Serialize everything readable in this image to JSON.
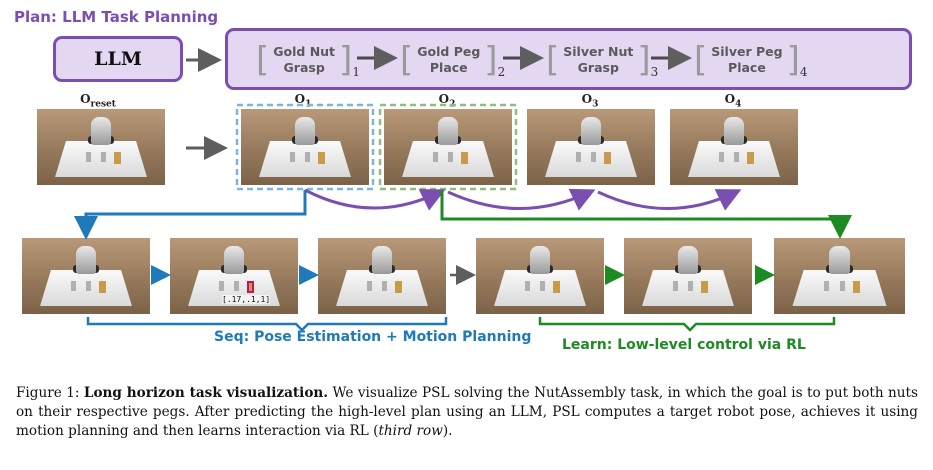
{
  "plan": {
    "title": "Plan: LLM Task Planning",
    "llm_label": "LLM",
    "steps": [
      {
        "line1": "Gold Nut",
        "line2": "Grasp",
        "index": "1"
      },
      {
        "line1": "Gold Peg",
        "line2": "Place",
        "index": "2"
      },
      {
        "line1": "Silver Nut",
        "line2": "Grasp",
        "index": "3"
      },
      {
        "line1": "Silver Peg",
        "line2": "Place",
        "index": "4"
      }
    ]
  },
  "observations": {
    "reset": {
      "main": "O",
      "sub": "reset"
    },
    "o1": {
      "main": "O",
      "sub": "1"
    },
    "o2": {
      "main": "O",
      "sub": "2"
    },
    "o3": {
      "main": "O",
      "sub": "3"
    },
    "o4": {
      "main": "O",
      "sub": "4"
    }
  },
  "pose_annotation": "[.17,.1,1]",
  "seq_label": "Seq: Pose Estimation + Motion Planning",
  "learn_label": "Learn: Low-level control via RL",
  "caption": {
    "fig_label": "Figure 1:",
    "bold_title": "Long horizon task visualization.",
    "text_1": " We visualize PSL solving the NutAssembly task, in which the goal is to put both nuts on their respective pegs. After predicting the high-level plan using an LLM, PSL computes a target robot pose, achieves it using motion planning and then learns interaction via RL (",
    "italic": "third row",
    "text_2": ")."
  },
  "colors": {
    "purple": "#7b4fb0",
    "purple_fill": "#e4d7f1",
    "blue": "#1e7ab8",
    "green": "#1e8a22",
    "gray_arrow": "#5e5e5e"
  }
}
